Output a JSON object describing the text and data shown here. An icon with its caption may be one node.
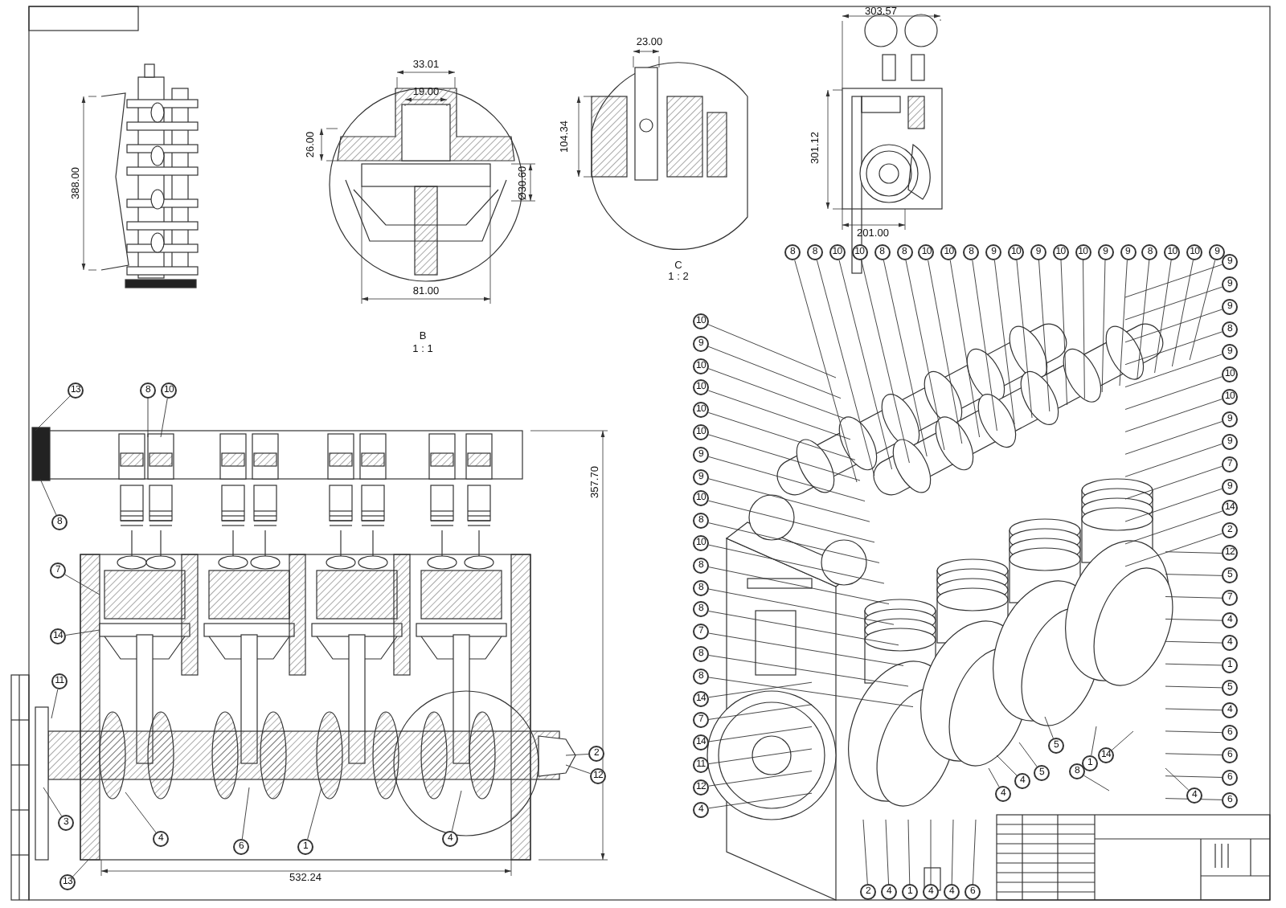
{
  "diagram": {
    "nodes": [
      {
        "text": [
          "13"
        ]
      },
      {
        "text": [
          "8"
        ]
      },
      {
        "text": [
          "10"
        ]
      },
      {
        "text": [
          "8"
        ]
      },
      {
        "text": [
          "7"
        ]
      },
      {
        "text": [
          "14"
        ]
      },
      {
        "text": [
          "11"
        ]
      },
      {
        "text": [
          "3"
        ]
      },
      {
        "text": [
          "4"
        ]
      },
      {
        "text": [
          "6"
        ]
      },
      {
        "text": [
          "1"
        ]
      },
      {
        "text": [
          "4"
        ]
      },
      {
        "text": [
          "2"
        ]
      },
      {
        "text": [
          "12"
        ]
      },
      {
        "text": [
          "13"
        ]
      },
      {
        "text": [
          "8"
        ]
      },
      {
        "text": [
          "8"
        ]
      },
      {
        "text": [
          "10"
        ]
      },
      {
        "text": [
          "10"
        ]
      },
      {
        "text": [
          "8"
        ]
      },
      {
        "text": [
          "8"
        ]
      },
      {
        "text": [
          "10"
        ]
      },
      {
        "text": [
          "10"
        ]
      },
      {
        "text": [
          "8"
        ]
      },
      {
        "text": [
          "9"
        ]
      },
      {
        "text": [
          "10"
        ]
      },
      {
        "text": [
          "9"
        ]
      },
      {
        "text": [
          "10"
        ]
      },
      {
        "text": [
          "10"
        ]
      },
      {
        "text": [
          "9"
        ]
      },
      {
        "text": [
          "9"
        ]
      },
      {
        "text": [
          "8"
        ]
      },
      {
        "text": [
          "10"
        ]
      },
      {
        "text": [
          "10"
        ]
      },
      {
        "text": [
          "9"
        ]
      },
      {
        "text": [
          "9"
        ]
      },
      {
        "text": [
          "9"
        ]
      },
      {
        "text": [
          "9"
        ]
      },
      {
        "text": [
          "8"
        ]
      },
      {
        "text": [
          "9"
        ]
      },
      {
        "text": [
          "10"
        ]
      },
      {
        "text": [
          "10"
        ]
      },
      {
        "text": [
          "9"
        ]
      },
      {
        "text": [
          "9"
        ]
      },
      {
        "text": [
          "7"
        ]
      },
      {
        "text": [
          "9"
        ]
      },
      {
        "text": [
          "14"
        ]
      },
      {
        "text": [
          "2"
        ]
      },
      {
        "text": [
          "12"
        ]
      },
      {
        "text": [
          "5"
        ]
      },
      {
        "text": [
          "7"
        ]
      },
      {
        "text": [
          "4"
        ]
      },
      {
        "text": [
          "4"
        ]
      },
      {
        "text": [
          "1"
        ]
      },
      {
        "text": [
          "5"
        ]
      },
      {
        "text": [
          "4"
        ]
      },
      {
        "text": [
          "6"
        ]
      },
      {
        "text": [
          "6"
        ]
      },
      {
        "text": [
          "6"
        ]
      },
      {
        "text": [
          "6"
        ]
      },
      {
        "text": [
          "10"
        ]
      },
      {
        "text": [
          "9"
        ]
      },
      {
        "text": [
          "10"
        ]
      },
      {
        "text": [
          "10"
        ]
      },
      {
        "text": [
          "10"
        ]
      },
      {
        "text": [
          "10"
        ]
      },
      {
        "text": [
          "9"
        ]
      },
      {
        "text": [
          "9"
        ]
      },
      {
        "text": [
          "10"
        ]
      },
      {
        "text": [
          "8"
        ]
      },
      {
        "text": [
          "10"
        ]
      },
      {
        "text": [
          "8"
        ]
      },
      {
        "text": [
          "8"
        ]
      },
      {
        "text": [
          "8"
        ]
      },
      {
        "text": [
          "7"
        ]
      },
      {
        "text": [
          "8"
        ]
      },
      {
        "text": [
          "8"
        ]
      },
      {
        "text": [
          "14"
        ]
      },
      {
        "text": [
          "7"
        ]
      },
      {
        "text": [
          "14"
        ]
      },
      {
        "text": [
          "11"
        ]
      },
      {
        "text": [
          "12"
        ]
      },
      {
        "text": [
          "4"
        ]
      },
      {
        "text": [
          "5"
        ]
      },
      {
        "text": [
          "1"
        ]
      },
      {
        "text": [
          "14"
        ]
      },
      {
        "text": [
          "8"
        ]
      },
      {
        "text": [
          "4"
        ]
      },
      {
        "text": [
          "5"
        ]
      },
      {
        "text": [
          "4"
        ]
      },
      {
        "text": [
          "4"
        ]
      },
      {
        "text": [
          "2"
        ]
      },
      {
        "text": [
          "4"
        ]
      },
      {
        "text": [
          "1"
        ]
      },
      {
        "text": [
          "4"
        ]
      },
      {
        "text": [
          "4"
        ]
      },
      {
        "text": [
          "6"
        ]
      }
    ],
    "edges": [
      {
        "from": 0,
        "to": null,
        "arrow": "none"
      },
      {
        "from": 1,
        "to": null,
        "arrow": "none"
      },
      {
        "from": 2,
        "to": null,
        "arrow": "none"
      },
      {
        "from": 3,
        "to": null,
        "arrow": "none"
      },
      {
        "from": 4,
        "to": null,
        "arrow": "none"
      },
      {
        "from": 5,
        "to": null,
        "arrow": "none"
      },
      {
        "from": 6,
        "to": null,
        "arrow": "none"
      },
      {
        "from": 7,
        "to": null,
        "arrow": "none"
      },
      {
        "from": 8,
        "to": null,
        "arrow": "none"
      },
      {
        "from": 9,
        "to": null,
        "arrow": "none"
      },
      {
        "from": 10,
        "to": null,
        "arrow": "none"
      },
      {
        "from": 11,
        "to": null,
        "arrow": "none"
      },
      {
        "from": 12,
        "to": null,
        "arrow": "none"
      },
      {
        "from": 13,
        "to": null,
        "arrow": "none"
      },
      {
        "from": 14,
        "to": null,
        "arrow": "none"
      },
      {
        "from": 15,
        "to": null,
        "arrow": "none"
      },
      {
        "from": 16,
        "to": null,
        "arrow": "none"
      },
      {
        "from": 17,
        "to": null,
        "arrow": "none"
      },
      {
        "from": 18,
        "to": null,
        "arrow": "none"
      },
      {
        "from": 19,
        "to": null,
        "arrow": "none"
      },
      {
        "from": 20,
        "to": null,
        "arrow": "none"
      },
      {
        "from": 21,
        "to": null,
        "arrow": "none"
      },
      {
        "from": 22,
        "to": null,
        "arrow": "none"
      },
      {
        "from": 23,
        "to": null,
        "arrow": "none"
      },
      {
        "from": 24,
        "to": null,
        "arrow": "none"
      },
      {
        "from": 25,
        "to": null,
        "arrow": "none"
      },
      {
        "from": 26,
        "to": null,
        "arrow": "none"
      },
      {
        "from": 27,
        "to": null,
        "arrow": "none"
      },
      {
        "from": 28,
        "to": null,
        "arrow": "none"
      },
      {
        "from": 29,
        "to": null,
        "arrow": "none"
      },
      {
        "from": 30,
        "to": null,
        "arrow": "none"
      },
      {
        "from": 31,
        "to": null,
        "arrow": "none"
      },
      {
        "from": 32,
        "to": null,
        "arrow": "none"
      },
      {
        "from": 33,
        "to": null,
        "arrow": "none"
      },
      {
        "from": 34,
        "to": null,
        "arrow": "none"
      },
      {
        "from": 35,
        "to": null,
        "arrow": "none"
      },
      {
        "from": 36,
        "to": null,
        "arrow": "none"
      },
      {
        "from": 37,
        "to": null,
        "arrow": "none"
      },
      {
        "from": 38,
        "to": null,
        "arrow": "none"
      },
      {
        "from": 39,
        "to": null,
        "arrow": "none"
      },
      {
        "from": 40,
        "to": null,
        "arrow": "none"
      },
      {
        "from": 41,
        "to": null,
        "arrow": "none"
      },
      {
        "from": 42,
        "to": null,
        "arrow": "none"
      },
      {
        "from": 43,
        "to": null,
        "arrow": "none"
      },
      {
        "from": 44,
        "to": null,
        "arrow": "none"
      },
      {
        "from": 45,
        "to": null,
        "arrow": "none"
      },
      {
        "from": 46,
        "to": null,
        "arrow": "none"
      },
      {
        "from": 47,
        "to": null,
        "arrow": "none"
      },
      {
        "from": 48,
        "to": null,
        "arrow": "none"
      },
      {
        "from": 49,
        "to": null,
        "arrow": "none"
      },
      {
        "from": 50,
        "to": null,
        "arrow": "none"
      },
      {
        "from": 51,
        "to": null,
        "arrow": "none"
      },
      {
        "from": 52,
        "to": null,
        "arrow": "none"
      },
      {
        "from": 53,
        "to": null,
        "arrow": "none"
      },
      {
        "from": 54,
        "to": null,
        "arrow": "none"
      },
      {
        "from": 55,
        "to": null,
        "arrow": "none"
      },
      {
        "from": 56,
        "to": null,
        "arrow": "none"
      },
      {
        "from": 57,
        "to": null,
        "arrow": "none"
      },
      {
        "from": 58,
        "to": null,
        "arrow": "none"
      },
      {
        "from": 59,
        "to": null,
        "arrow": "none"
      },
      {
        "from": 60,
        "to": null,
        "arrow": "none"
      },
      {
        "from": 61,
        "to": null,
        "arrow": "none"
      },
      {
        "from": 62,
        "to": null,
        "arrow": "none"
      },
      {
        "from": 63,
        "to": null,
        "arrow": "none"
      },
      {
        "from": 64,
        "to": null,
        "arrow": "none"
      },
      {
        "from": 65,
        "to": null,
        "arrow": "none"
      },
      {
        "from": 66,
        "to": null,
        "arrow": "none"
      },
      {
        "from": 67,
        "to": null,
        "arrow": "none"
      },
      {
        "from": 68,
        "to": null,
        "arrow": "none"
      },
      {
        "from": 69,
        "to": null,
        "arrow": "none"
      },
      {
        "from": 70,
        "to": null,
        "arrow": "none"
      },
      {
        "from": 71,
        "to": null,
        "arrow": "none"
      },
      {
        "from": 72,
        "to": null,
        "arrow": "none"
      },
      {
        "from": 73,
        "to": null,
        "arrow": "none"
      },
      {
        "from": 74,
        "to": null,
        "arrow": "none"
      },
      {
        "from": 75,
        "to": null,
        "arrow": "none"
      },
      {
        "from": 76,
        "to": null,
        "arrow": "none"
      },
      {
        "from": 77,
        "to": null,
        "arrow": "none"
      },
      {
        "from": 78,
        "to": null,
        "arrow": "none"
      },
      {
        "from": 79,
        "to": null,
        "arrow": "none"
      },
      {
        "from": 80,
        "to": null,
        "arrow": "none"
      },
      {
        "from": 81,
        "to": null,
        "arrow": "none"
      },
      {
        "from": 82,
        "to": null,
        "arrow": "none"
      },
      {
        "from": 83,
        "to": null,
        "arrow": "none"
      },
      {
        "from": 84,
        "to": null,
        "arrow": "none"
      },
      {
        "from": 85,
        "to": null,
        "arrow": "none"
      },
      {
        "from": 86,
        "to": null,
        "arrow": "none"
      },
      {
        "from": 87,
        "to": null,
        "arrow": "none"
      },
      {
        "from": 88,
        "to": null,
        "arrow": "none"
      },
      {
        "from": 89,
        "to": null,
        "arrow": "none"
      },
      {
        "from": 90,
        "to": null,
        "arrow": "none"
      },
      {
        "from": 91,
        "to": null,
        "arrow": "none"
      },
      {
        "from": 92,
        "to": null,
        "arrow": "none"
      },
      {
        "from": 93,
        "to": null,
        "arrow": "none"
      },
      {
        "from": 94,
        "to": null,
        "arrow": "none"
      },
      {
        "from": 95,
        "to": null,
        "arrow": "none"
      },
      {
        "from": 96,
        "to": null,
        "arrow": "none"
      }
    ],
    "labels": [
      "303.57",
      "23.00",
      "33.01",
      "19.00",
      "104.34",
      "26.00",
      "388.00",
      "Ø30.60",
      "301.12",
      "201.00",
      "81.00",
      "C",
      "1 : 2",
      "B",
      "1 : 1",
      "357.70",
      "532.24"
    ]
  }
}
